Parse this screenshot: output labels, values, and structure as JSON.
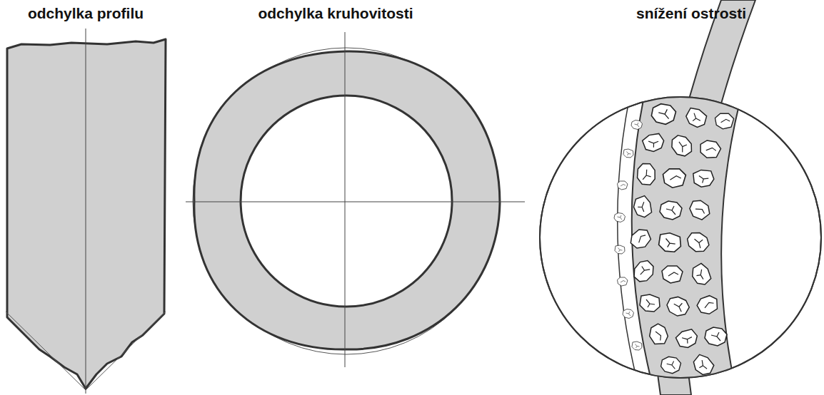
{
  "diagram": {
    "labels": [
      "odchylka profilu",
      "odchylka kruhovitosti",
      "snížení ostrosti"
    ]
  }
}
